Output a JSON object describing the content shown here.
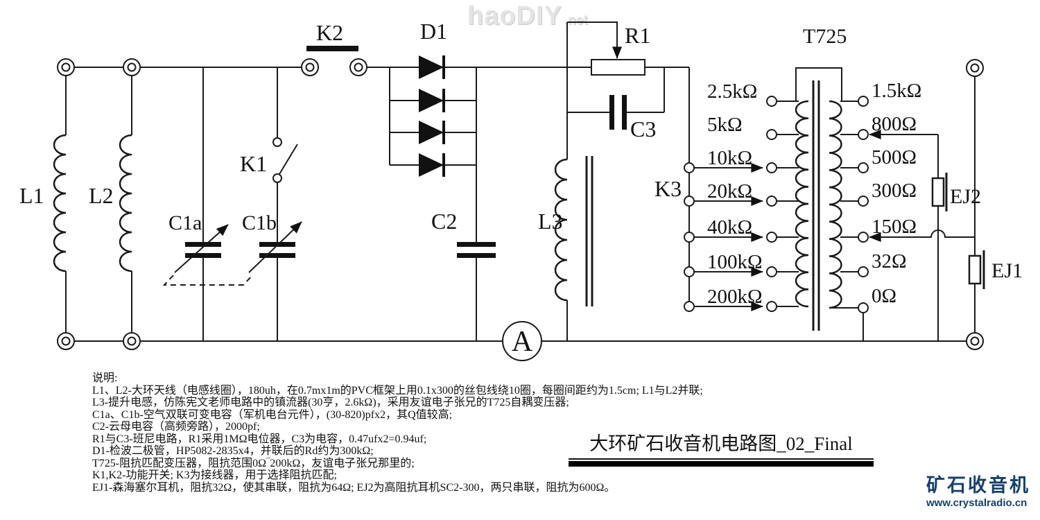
{
  "watermarks": {
    "top": {
      "main": "haoDIY",
      "suffix": ".net"
    },
    "bottom": {
      "site_name": "矿石收音机",
      "site_url": "www.crystalradio.cn",
      "color": "#16406e"
    }
  },
  "title": {
    "text": "大环矿石收音机电路图_02_Final"
  },
  "components": {
    "l1": "L1",
    "l2": "L2",
    "l3": "L3",
    "c1a": "C1a",
    "c1b": "C1b",
    "c2": "C2",
    "c3": "C3",
    "k1": "K1",
    "k2": "K2",
    "k3": "K3",
    "d1": "D1",
    "r1": "R1",
    "t725": "T725",
    "ej1": "EJ1",
    "ej2": "EJ2",
    "ammeter": "A"
  },
  "transformer": {
    "primary_taps": [
      "2.5kΩ",
      "5kΩ",
      "10kΩ",
      "20kΩ",
      "40kΩ",
      "100kΩ",
      "200kΩ"
    ],
    "secondary_taps": [
      "1.5kΩ",
      "800Ω",
      "500Ω",
      "300Ω",
      "150Ω",
      "32Ω",
      "0Ω"
    ]
  },
  "notes": {
    "heading": "说明:",
    "lines": [
      "L1、L2-大环天线（电感线圈），180uh，在0.7mx1m的PVC框架上用0.1x300的丝包线绕10圈，每圈间距约为1.5cm; L1与L2并联;",
      "L3-提升电感，仿陈宪文老师电路中的镇流器(30亨，2.6kΩ)，采用友谊电子张兄的T725自耦变压器;",
      "C1a、C1b-空气双联可变电容（军机电台元件），(30-820)pfx2，其Q值较高;",
      "C2-云母电容（高频旁路），2000pf;",
      "R1与C3-班尼电路，R1采用1MΩ电位器，C3为电容，0.47ufx2=0.94uf;",
      "D1-检波二极管，HP5082-2835x4，并联后的Rd约为300kΩ;",
      "T725-阻抗匹配变压器，阻抗范围0Ω‾200kΩ，友谊电子张兄那里的;",
      "K1,K2-功能开关; K3为接线器，用于选择阻抗匹配;",
      "EJ1-森海塞尔耳机，阻抗32Ω，使其串联，阻抗为64Ω; EJ2为高阻抗耳机SC2-300，两只串联，阻抗为600Ω。"
    ]
  }
}
